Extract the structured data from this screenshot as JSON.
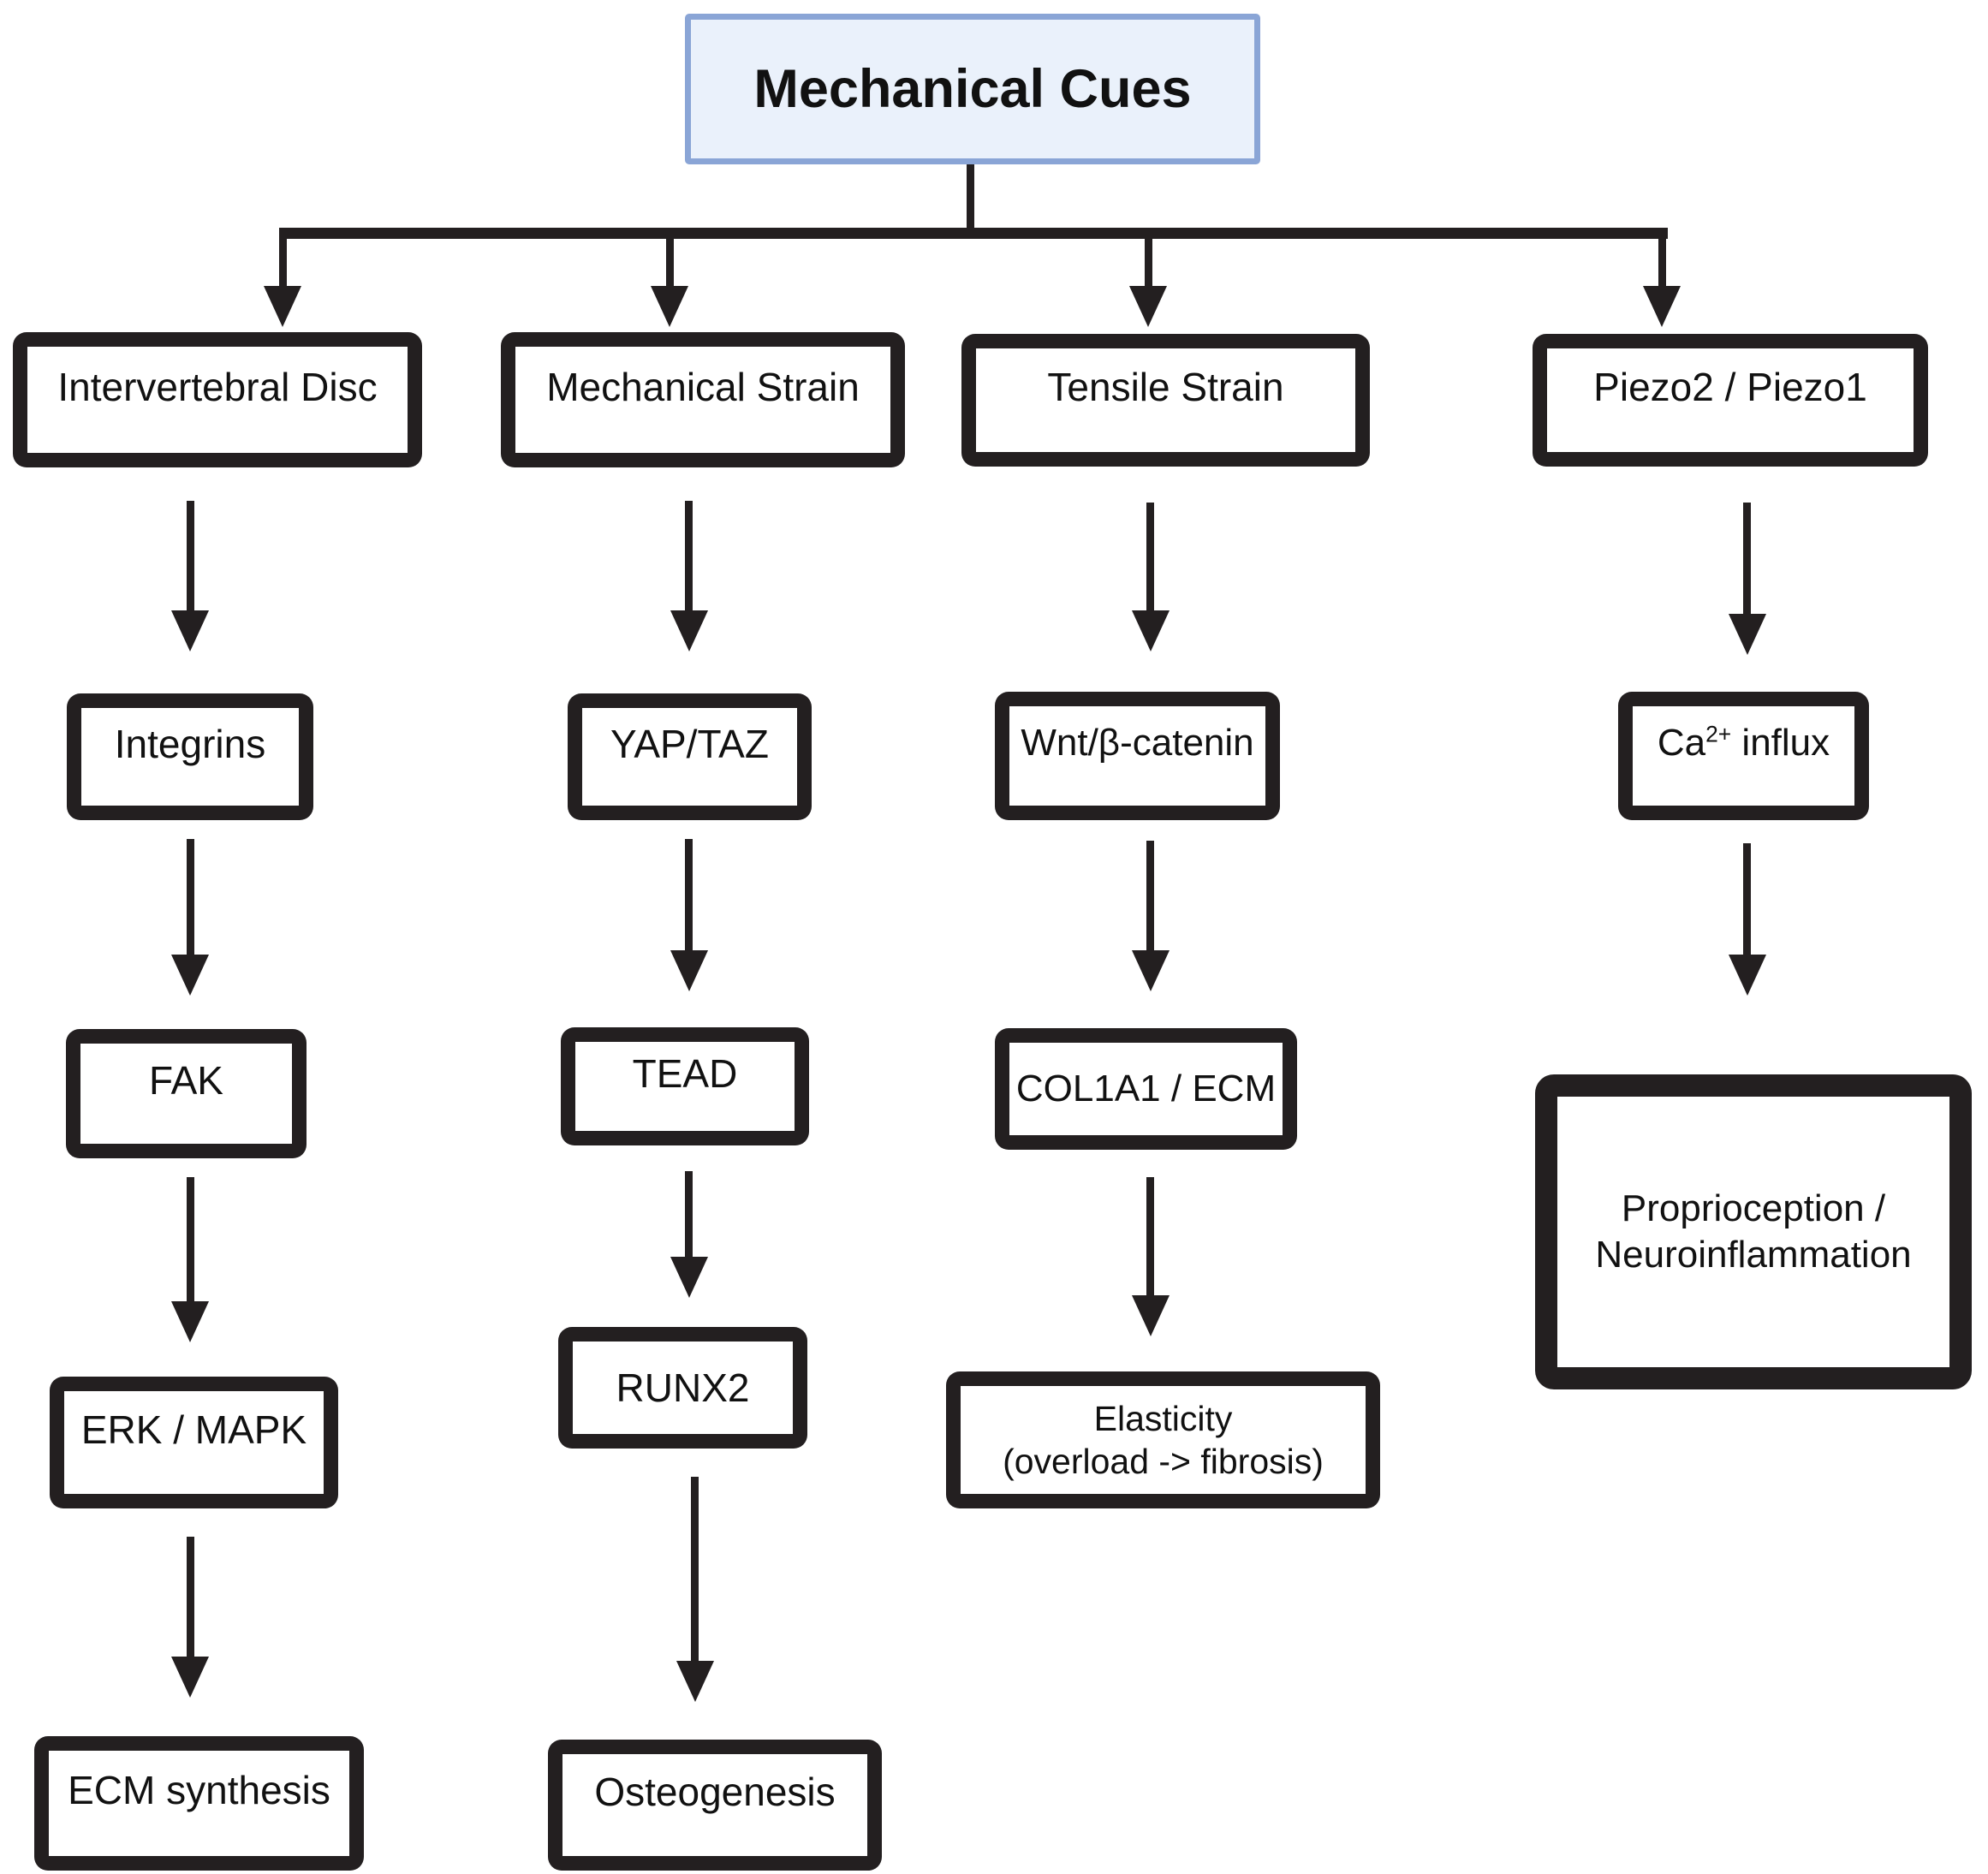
{
  "diagram": {
    "type": "flowchart",
    "title": "Mechanical Cues",
    "colors": {
      "background": "#ffffff",
      "ink": "#231f20",
      "title_fill": "#eaf1fb",
      "title_border": "#8aa5d6"
    },
    "nodes": {
      "mechanical_cues": {
        "label": "Mechanical Cues"
      },
      "intervertebral_disc": {
        "label": "Intervertebral Disc"
      },
      "mechanical_strain": {
        "label": "Mechanical Strain"
      },
      "tensile_strain": {
        "label": "Tensile Strain"
      },
      "piezo": {
        "label": "Piezo2 / Piezo1"
      },
      "integrins": {
        "label": "Integrins"
      },
      "yap_taz": {
        "label": "YAP/TAZ"
      },
      "wnt_b_catenin": {
        "label": "Wnt/β-catenin"
      },
      "ca_influx": {
        "label": "Ca2+ influx",
        "base": "Ca",
        "sup": "2+",
        "rest": " influx"
      },
      "fak": {
        "label": "FAK"
      },
      "tead": {
        "label": "TEAD"
      },
      "col1a1_ecm": {
        "label": "COL1A1 / ECM"
      },
      "proprioception": {
        "label": "Proprioception / Neuroinflammation",
        "line1": "Proprioception /",
        "line2": "Neuroinflammation"
      },
      "erk_mapk": {
        "label": "ERK / MAPK"
      },
      "runx2": {
        "label": "RUNX2"
      },
      "elasticity": {
        "label": "Elasticity (overload -> fibrosis)",
        "line1": "Elasticity",
        "line2": "(overload -> fibrosis)"
      },
      "ecm_synthesis": {
        "label": "ECM synthesis"
      },
      "osteogenesis": {
        "label": "Osteogenesis"
      }
    },
    "edges": [
      {
        "from": "mechanical_cues",
        "to": "intervertebral_disc"
      },
      {
        "from": "mechanical_cues",
        "to": "mechanical_strain"
      },
      {
        "from": "mechanical_cues",
        "to": "tensile_strain"
      },
      {
        "from": "mechanical_cues",
        "to": "piezo"
      },
      {
        "from": "intervertebral_disc",
        "to": "integrins"
      },
      {
        "from": "integrins",
        "to": "fak"
      },
      {
        "from": "fak",
        "to": "erk_mapk"
      },
      {
        "from": "erk_mapk",
        "to": "ecm_synthesis"
      },
      {
        "from": "mechanical_strain",
        "to": "yap_taz"
      },
      {
        "from": "yap_taz",
        "to": "tead"
      },
      {
        "from": "tead",
        "to": "runx2"
      },
      {
        "from": "runx2",
        "to": "osteogenesis"
      },
      {
        "from": "tensile_strain",
        "to": "wnt_b_catenin"
      },
      {
        "from": "wnt_b_catenin",
        "to": "col1a1_ecm"
      },
      {
        "from": "col1a1_ecm",
        "to": "elasticity"
      },
      {
        "from": "piezo",
        "to": "ca_influx"
      },
      {
        "from": "ca_influx",
        "to": "proprioception"
      }
    ]
  }
}
